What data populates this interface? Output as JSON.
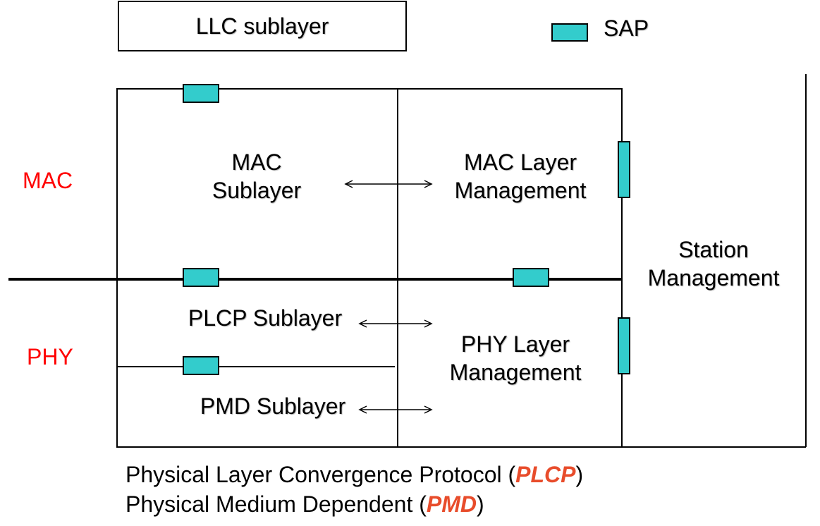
{
  "labels": {
    "llc": "LLC sublayer",
    "sap_legend": "SAP",
    "mac_sublayer": [
      "MAC",
      "Sublayer"
    ],
    "mac_mgmt": [
      "MAC Layer",
      "Management"
    ],
    "station_mgmt": [
      "Station",
      "Management"
    ],
    "plcp_sublayer": "PLCP Sublayer",
    "pmd_sublayer": "PMD Sublayer",
    "phy_mgmt": [
      "PHY Layer",
      "Management"
    ],
    "side_mac": "MAC",
    "side_phy": "PHY"
  },
  "footnotes": [
    {
      "before": "Physical Layer Convergence Protocol (",
      "acronym": "PLCP",
      "after": ")"
    },
    {
      "before": "Physical Medium Dependent (",
      "acronym": "PMD",
      "after": ")"
    }
  ],
  "colors": {
    "sap_fill": "#33cccc",
    "side_label": "#ff0000",
    "acronym": "#e84c2b",
    "line": "#000000"
  }
}
